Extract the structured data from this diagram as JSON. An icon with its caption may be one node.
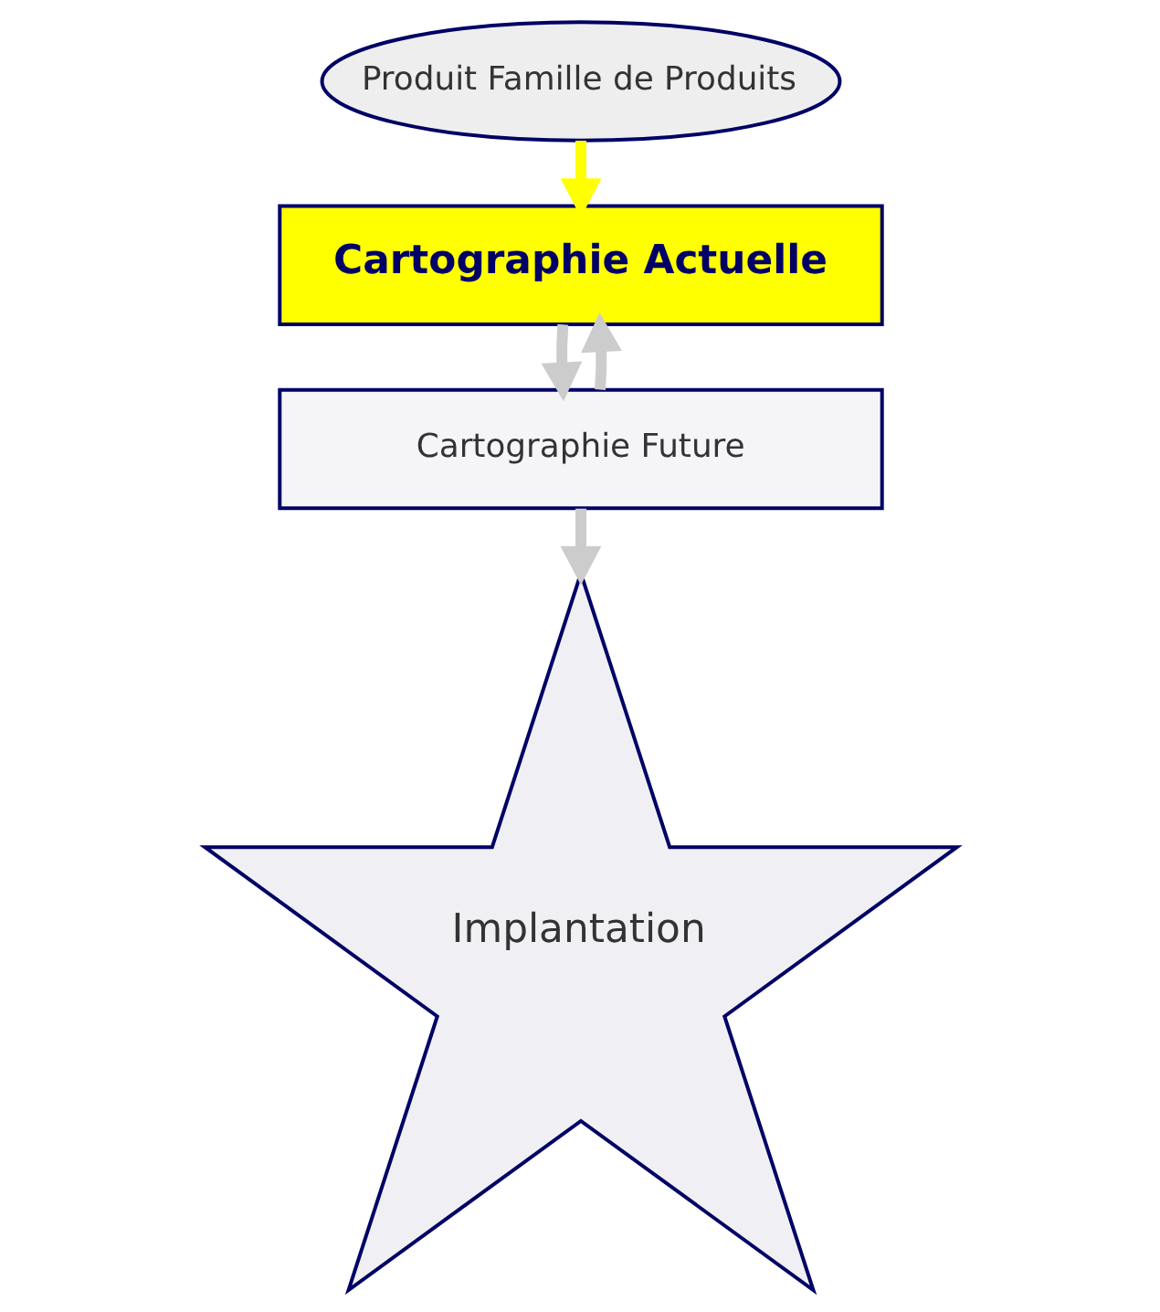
{
  "diagram": {
    "nodes": [
      {
        "text": [
          "Produit Famille de Produits"
        ]
      },
      {
        "text": [
          "Cartographie Actuelle"
        ]
      },
      {
        "text": [
          "Cartographie Future"
        ]
      },
      {
        "text": [
          "Implantation"
        ]
      }
    ],
    "edges": [
      {
        "from": 0,
        "to": 1,
        "arrow": "to",
        "color": "#ffff00"
      },
      {
        "from": 1,
        "to": 2,
        "arrow": "to"
      },
      {
        "from": 2,
        "to": 1,
        "arrow": "to"
      },
      {
        "from": 2,
        "to": 3,
        "arrow": "to"
      }
    ]
  }
}
